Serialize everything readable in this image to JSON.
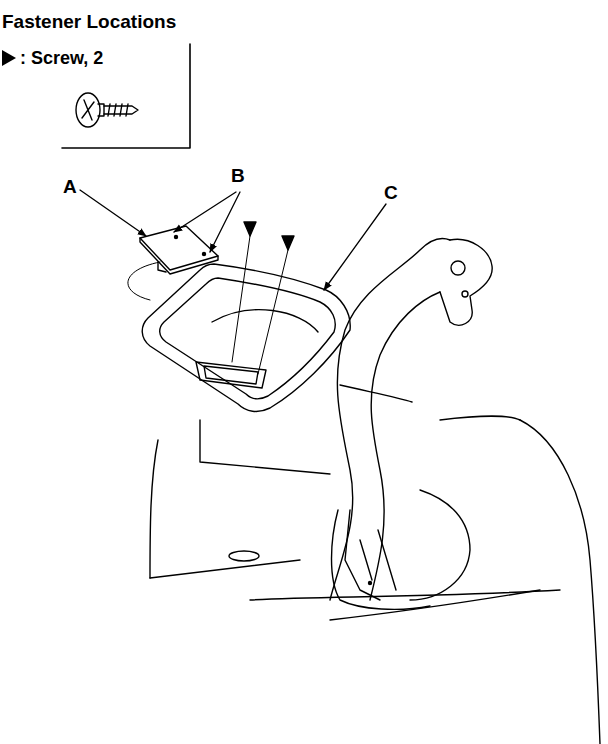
{
  "diagram": {
    "title": "Fastener Locations",
    "labels": [
      "A",
      "B",
      "C"
    ],
    "legend": [
      {
        "text": ": Screw, 2"
      }
    ]
  }
}
